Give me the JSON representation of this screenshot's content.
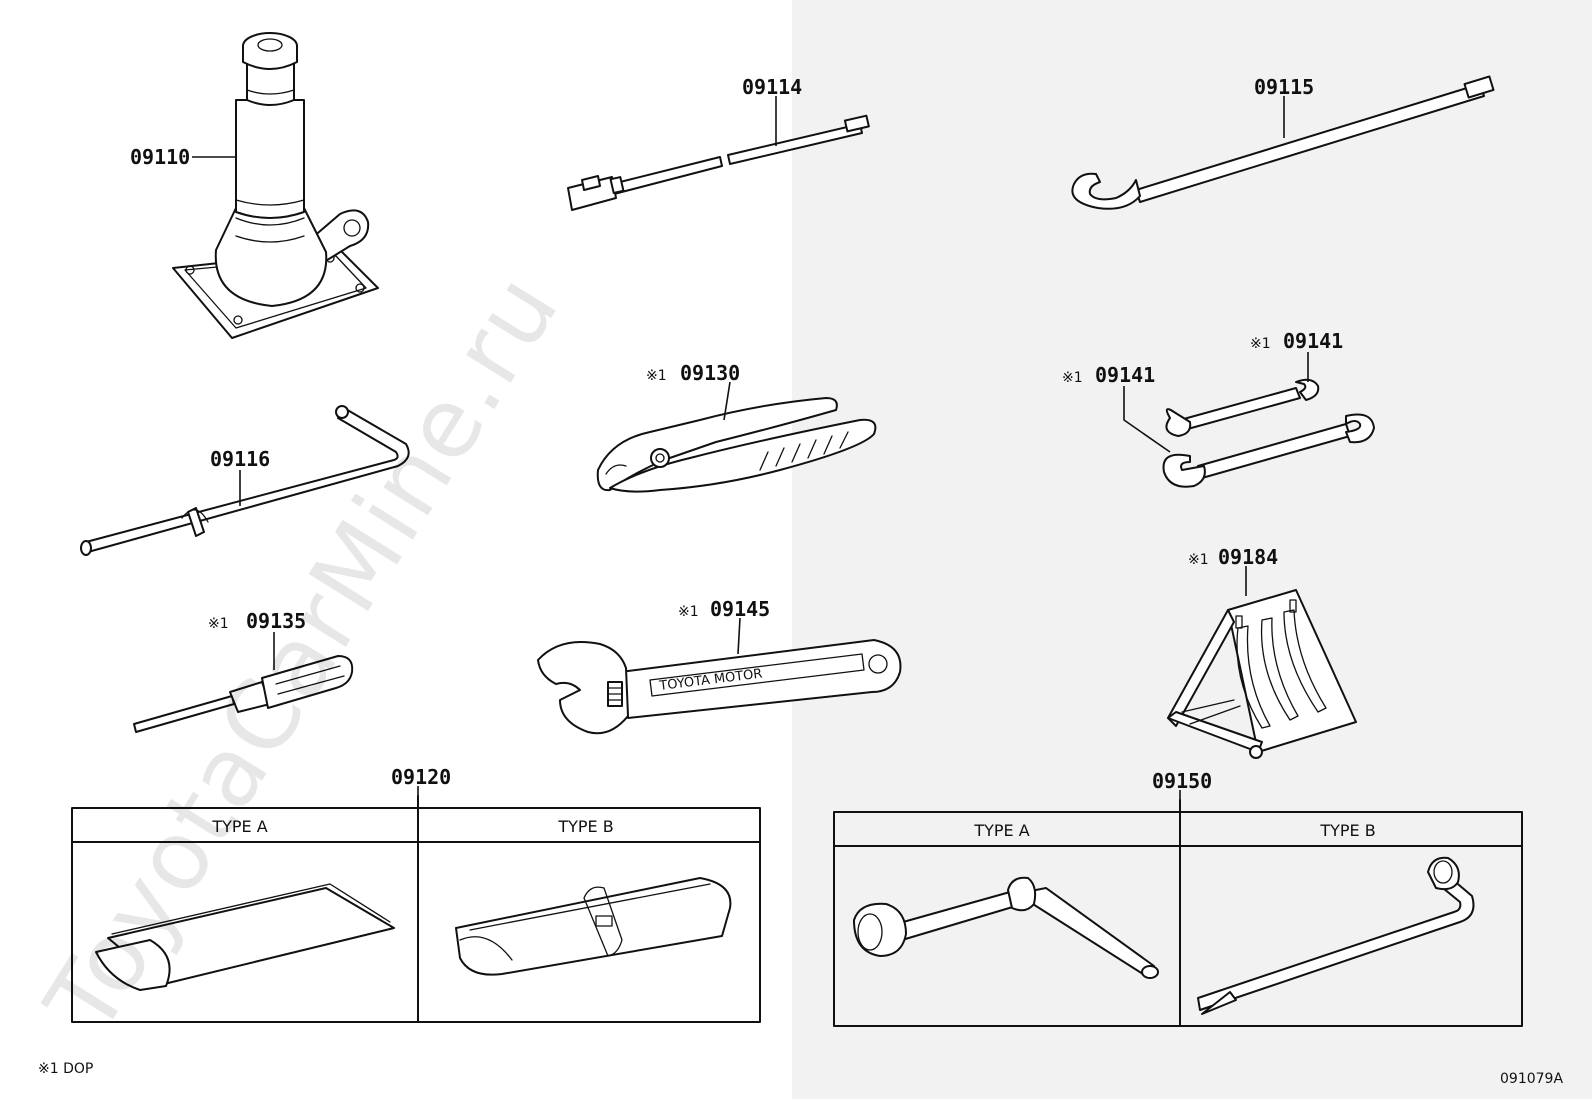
{
  "watermark": "ToyotaCarMine.ru",
  "footnote": "※1 DOP",
  "drawing_id": "091079A",
  "parts": [
    {
      "label": "09110"
    },
    {
      "label": "09114"
    },
    {
      "label": "09115"
    },
    {
      "label": "09116"
    },
    {
      "prefix": "※1",
      "label": "09130"
    },
    {
      "prefix": "※1",
      "label": "09141"
    },
    {
      "prefix": "※1",
      "label": "09141"
    },
    {
      "prefix": "※1",
      "label": "09135"
    },
    {
      "prefix": "※1",
      "label": "09145"
    },
    {
      "prefix": "※1",
      "label": "09184"
    },
    {
      "label": "09120"
    },
    {
      "label": "09150"
    }
  ],
  "tables": [
    {
      "part": "09120",
      "columns": [
        "TYPE A",
        "TYPE B"
      ]
    },
    {
      "part": "09150",
      "columns": [
        "TYPE A",
        "TYPE B"
      ]
    }
  ],
  "wrench_imprint": "TOYOTA MOTOR"
}
